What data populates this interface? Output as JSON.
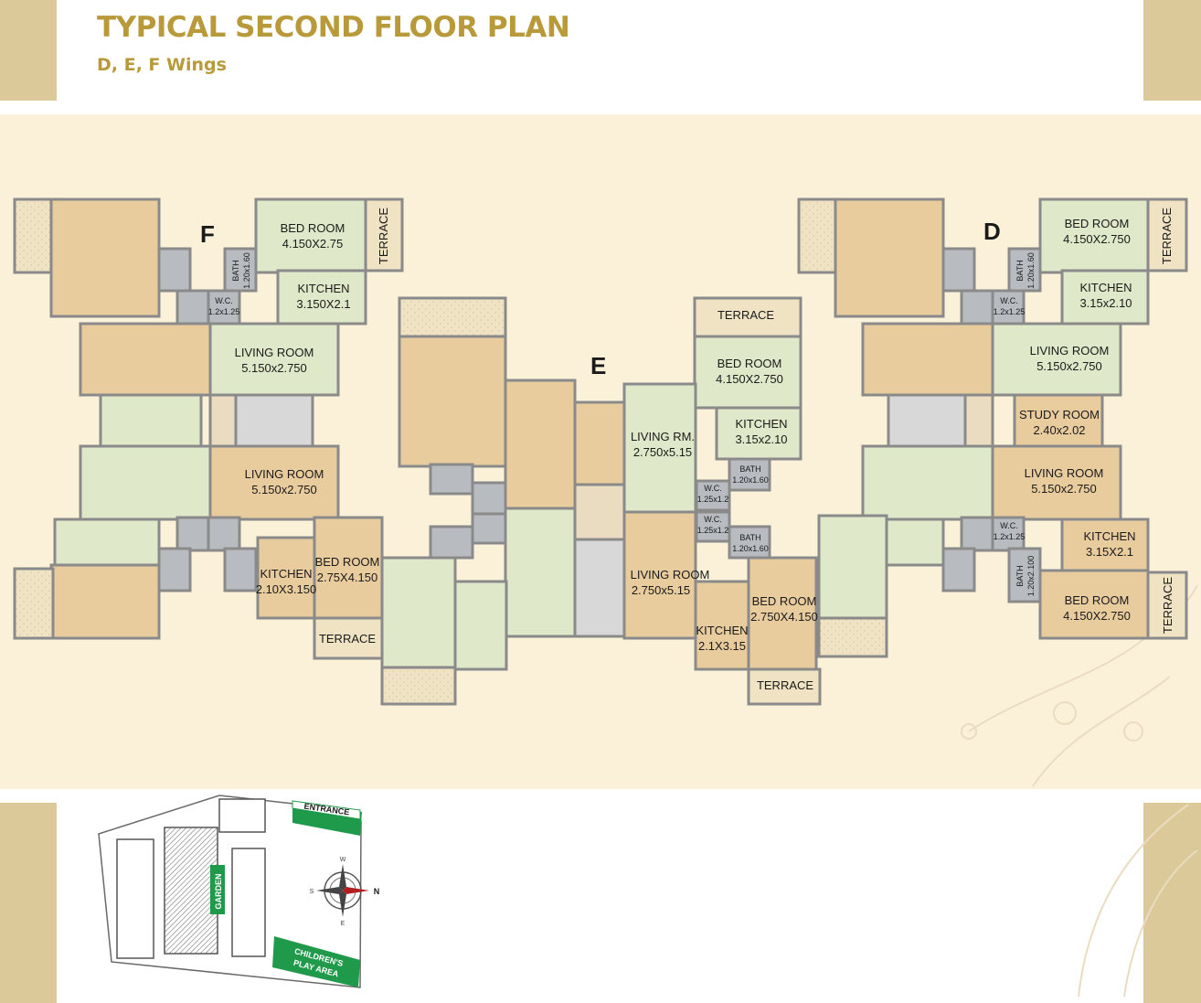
{
  "header": {
    "title": "TYPICAL SECOND FLOOR PLAN",
    "subtitle": "D, E, F Wings"
  },
  "colors": {
    "accent_gold": "#b89a3a",
    "tab_gold": "#dcc99a",
    "plan_background": "#fbf1d9",
    "wall": "#8a8a8a",
    "room_green": "#dfe8c8",
    "room_tan": "#e9cc9e",
    "terrace": "#efe3c4",
    "bath_grey": "#b8bcc0",
    "stair_grey": "#d8d8d8",
    "site_green": "#1f9a4a"
  },
  "wings": {
    "f": "F",
    "e": "E",
    "d": "D"
  },
  "rooms": {
    "f_bed1": "BED ROOM",
    "f_bed1_dim": "4.150X2.75",
    "f_terrace1": "TERRACE",
    "f_bath1": "BATH",
    "f_bath1_dim": "1.20x1.60",
    "f_wc1": "W.C.",
    "f_wc1_dim": "1.2x1.25",
    "f_kitchen1": "KITCHEN",
    "f_kitchen1_dim": "3.150X2.1",
    "f_living1": "LIVING ROOM",
    "f_living1_dim": "5.150x2.750",
    "f_living2": "LIVING ROOM",
    "f_living2_dim": "5.150x2.750",
    "f_kitchen2": "KITCHEN",
    "f_kitchen2_dim": "2.10X3.150",
    "f_bed2": "BED ROOM",
    "f_bed2_dim": "2.75X4.150",
    "f_terrace2": "TERRACE",
    "e_terrace1": "TERRACE",
    "e_bed1": "BED ROOM",
    "e_bed1_dim": "4.150X2.750",
    "e_kitchen1": "KITCHEN",
    "e_kitchen1_dim": "3.15x2.10",
    "e_living1": "LIVING RM.",
    "e_living1_dim": "2.750x5.15",
    "e_wc1": "W.C.",
    "e_wc1_dim": "1.25x1.2",
    "e_bath1": "BATH",
    "e_bath1_dim": "1.20x1.60",
    "e_wc2": "W.C.",
    "e_wc2_dim": "1.25x1.2",
    "e_bath2": "BATH",
    "e_bath2_dim": "1.20x1.60",
    "e_living2": "LIVING ROOM",
    "e_living2_dim": "2.750x5.15",
    "e_kitchen2": "KITCHEN",
    "e_kitchen2_dim": "2.1X3.15",
    "e_bed2": "BED ROOM",
    "e_bed2_dim": "2.750X4.150",
    "e_terrace2": "TERRACE",
    "d_bed1": "BED ROOM",
    "d_bed1_dim": "4.150X2.750",
    "d_terrace1": "TERRACE",
    "d_bath1": "BATH",
    "d_bath1_dim": "1.20x1.60",
    "d_wc1": "W.C.",
    "d_wc1_dim": "1.2x1.25",
    "d_kitchen1": "KITCHEN",
    "d_kitchen1_dim": "3.15x2.10",
    "d_living1": "LIVING ROOM",
    "d_living1_dim": "5.150x2.750",
    "d_study": "STUDY ROOM",
    "d_study_dim": "2.40x2.02",
    "d_living2": "LIVING ROOM",
    "d_living2_dim": "5.150x2.750",
    "d_wc2": "W.C.",
    "d_wc2_dim": "1.2x1.25",
    "d_kitchen2": "KITCHEN",
    "d_kitchen2_dim": "3.15X2.1",
    "d_bath2": "BATH",
    "d_bath2_dim": "1.20x2.100",
    "d_bed2": "BED ROOM",
    "d_bed2_dim": "4.150X2.750",
    "d_terrace2": "TERRACE"
  },
  "site_plan": {
    "entrance": "ENTRANCE",
    "garden": "GARDEN",
    "play_area_1": "CHILDREN'S",
    "play_area_2": "PLAY AREA",
    "compass": {
      "n": "N",
      "s": "S",
      "e": "E",
      "w": "W"
    }
  }
}
